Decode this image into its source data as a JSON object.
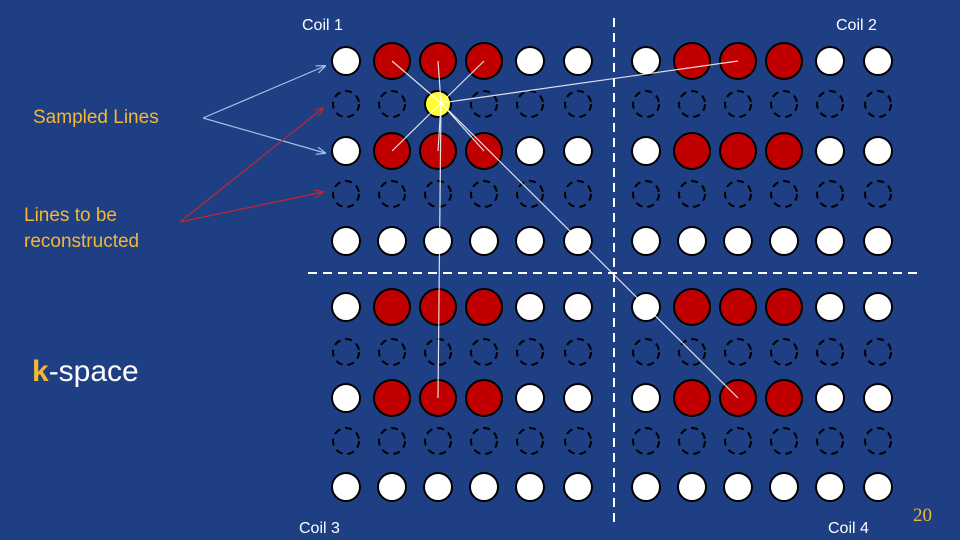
{
  "labels": {
    "coil1": "Coil 1",
    "coil2": "Coil 2",
    "coil3": "Coil 3",
    "coil4": "Coil 4",
    "sampled_lines": "Sampled Lines",
    "lines_to_reconstruct": "Lines to be reconstructed",
    "kspace_k": "k",
    "kspace_rest": "-space",
    "page_number": "20"
  },
  "colors": {
    "background": "#1f3f84",
    "sampled_point": "#ffffff",
    "kernel_source": "#c00000",
    "target_point": "#ffff33",
    "arrow": "#9ec3e6",
    "reconstruct_arrow": "#c0272d",
    "text_accent": "#f5b731"
  },
  "grid": {
    "columns_per_coil": 6,
    "row_types": [
      "sampled",
      "missing",
      "sampled",
      "missing",
      "sampled"
    ],
    "coil_2_and_4_row_types_bottom": [
      "sampled",
      "missing",
      "sampled",
      "missing",
      "sampled"
    ]
  },
  "kernel": {
    "red_columns": [
      1,
      2,
      3
    ],
    "red_sampled_rows": [
      0,
      2
    ],
    "target": {
      "coil": 1,
      "row": 1,
      "column": 2
    }
  }
}
